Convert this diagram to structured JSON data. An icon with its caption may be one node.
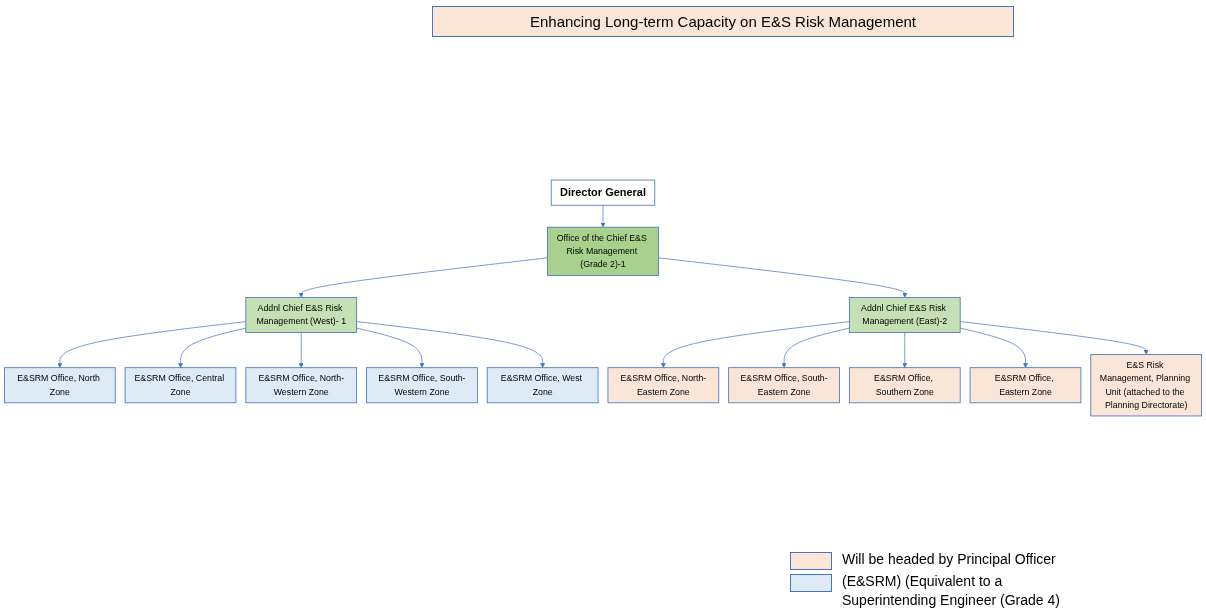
{
  "diagram": {
    "title": "Enhancing Long-term Capacity on E&S Risk Management",
    "nodes": [
      {
        "text": [
          "Director General"
        ]
      },
      {
        "text": [
          "Office of the Chief E&S Risk Management (Grade 2)-1"
        ]
      },
      {
        "text": [
          "Addnl Chief E&S Risk Management (West)- 1"
        ]
      },
      {
        "text": [
          "Addnl Chief E&S Risk Management (East)-2"
        ]
      },
      {
        "text": [
          "E&SRM Office, North Zone"
        ]
      },
      {
        "text": [
          "E&SRM Office, Central Zone"
        ]
      },
      {
        "text": [
          "E&SRM Office, North-Western Zone"
        ]
      },
      {
        "text": [
          "E&SRM Office, South-Western Zone"
        ]
      },
      {
        "text": [
          "E&SRM Office, West Zone"
        ]
      },
      {
        "text": [
          "E&SRM Office, North-Eastern Zone"
        ]
      },
      {
        "text": [
          "E&SRM Office, South-Eastern Zone"
        ]
      },
      {
        "text": [
          "E&SRM Office, Southern Zone"
        ]
      },
      {
        "text": [
          "E&SRM Office, Eastern Zone"
        ]
      },
      {
        "text": [
          "E&S Risk Management, Planning Unit (attached to the Planning Directorate)"
        ]
      }
    ],
    "edges": [
      {
        "from": 0,
        "to": 1,
        "arrow": "to"
      },
      {
        "from": 1,
        "to": 2,
        "arrow": "to"
      },
      {
        "from": 1,
        "to": 3,
        "arrow": "to"
      },
      {
        "from": 2,
        "to": 4,
        "arrow": "to"
      },
      {
        "from": 2,
        "to": 5,
        "arrow": "to"
      },
      {
        "from": 2,
        "to": 6,
        "arrow": "to"
      },
      {
        "from": 2,
        "to": 7,
        "arrow": "to"
      },
      {
        "from": 2,
        "to": 8,
        "arrow": "to"
      },
      {
        "from": 3,
        "to": 9,
        "arrow": "to"
      },
      {
        "from": 3,
        "to": 10,
        "arrow": "to"
      },
      {
        "from": 3,
        "to": 11,
        "arrow": "to"
      },
      {
        "from": 3,
        "to": 12,
        "arrow": "to"
      },
      {
        "from": 3,
        "to": 13,
        "arrow": "to"
      }
    ],
    "legend": [
      {
        "text": "Will be headed by Principal Officer",
        "color": "#fbe5d6"
      },
      {
        "text": "(E&SRM) (Equivalent to a Superintending Engineer (Grade 4)",
        "color": "#deebf7"
      }
    ]
  }
}
